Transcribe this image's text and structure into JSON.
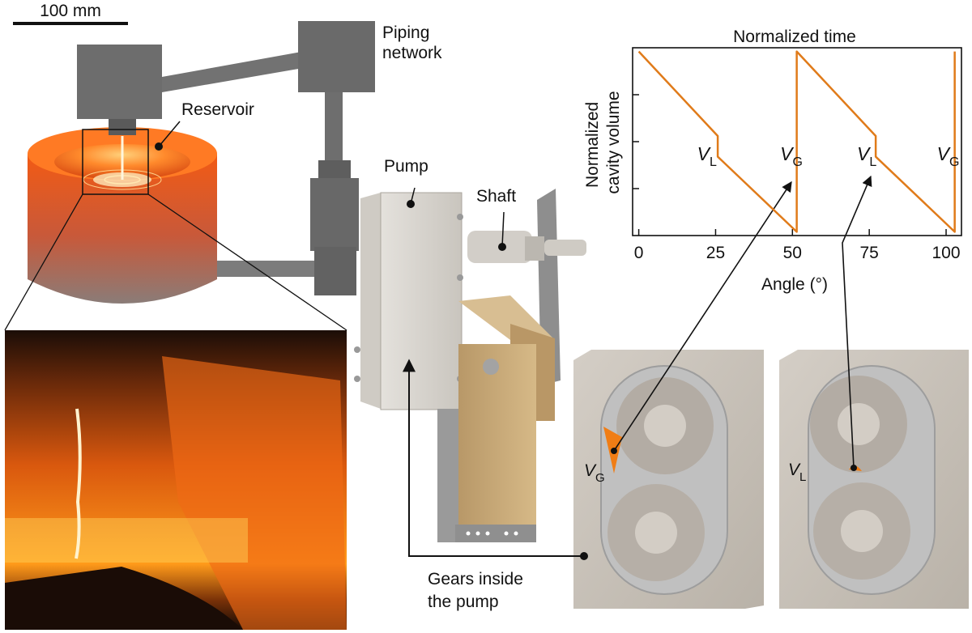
{
  "scale_bar": {
    "label": "100 mm"
  },
  "labels": {
    "piping_network": [
      "Piping",
      "network"
    ],
    "reservoir": "Reservoir",
    "pump": "Pump",
    "shaft": "Shaft",
    "gears": [
      "Gears inside",
      "the pump"
    ]
  },
  "symbols": {
    "v_gas": {
      "base": "V",
      "sub": "G"
    },
    "v_liquid": {
      "base": "V",
      "sub": "L"
    }
  },
  "colors": {
    "molten_metal": "#f25a14",
    "furnace_glow": "#ff8a2c",
    "housing_gray": "#6b6b6b",
    "pump_body": "#d7d3cc",
    "wood_support": "#c9ab7c",
    "gear_plate": "#c9c2b9",
    "curve": "#e07b1a",
    "highlight": "#f07d15"
  },
  "chart_data": {
    "type": "line",
    "title": "Normalized time",
    "xlabel": "Angle (°)",
    "ylabel": [
      "Normalized",
      "cavity volume"
    ],
    "xlim": [
      -2,
      105
    ],
    "ylim": [
      0,
      1
    ],
    "xticks": [
      0,
      25,
      50,
      75,
      100
    ],
    "y_tick_count": 3,
    "grid": false,
    "legend": "none",
    "series": [
      {
        "x": [
          0,
          25.7,
          25.7,
          51.4,
          51.4,
          77.1,
          77.1,
          102.8,
          102.8
        ],
        "y": [
          0.98,
          0.53,
          0.42,
          0.02,
          0.98,
          0.53,
          0.42,
          0.02,
          0.98
        ]
      }
    ],
    "annotations": [
      {
        "x": 19,
        "y": 0.4,
        "base": "V",
        "sub": "L"
      },
      {
        "x": 46,
        "y": 0.4,
        "base": "V",
        "sub": "G"
      },
      {
        "x": 71,
        "y": 0.4,
        "base": "V",
        "sub": "L"
      },
      {
        "x": 97,
        "y": 0.4,
        "base": "V",
        "sub": "G"
      }
    ]
  }
}
